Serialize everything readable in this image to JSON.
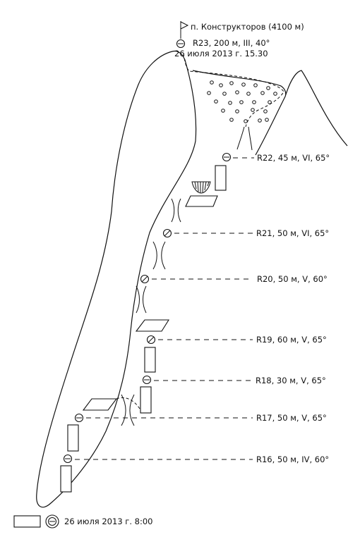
{
  "summit": {
    "label": "п. Конструкторов (4100 м)"
  },
  "pitches": [
    {
      "id": "R23",
      "line1": "R23, 200 м, III, 40°",
      "line2": "26 июля 2013 г. 15.30"
    },
    {
      "id": "R22",
      "label": "R22, 45 м, VI, 65°"
    },
    {
      "id": "R21",
      "label": "R21, 50 м, VI, 65°"
    },
    {
      "id": "R20",
      "label": "R20, 50 м, V, 60°"
    },
    {
      "id": "R19",
      "label": "R19, 60 м, V, 65°"
    },
    {
      "id": "R18",
      "label": "R18, 30 м, V, 65°"
    },
    {
      "id": "R17",
      "label": "R17, 50 м, V, 65°"
    },
    {
      "id": "R16",
      "label": "R16, 50 м, IV, 60°"
    }
  ],
  "legend": {
    "label": "26 июля 2013 г. 8:00"
  }
}
